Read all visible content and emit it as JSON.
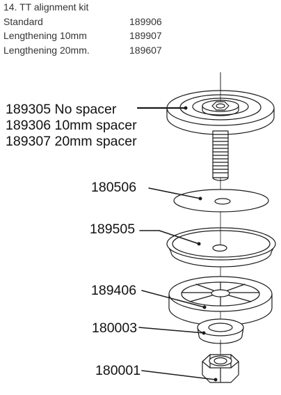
{
  "kit": {
    "title": "14. TT alignment kit",
    "variants": [
      {
        "name": "Standard",
        "part_no": "189906"
      },
      {
        "name": "Lengthening 10mm",
        "part_no": "189907"
      },
      {
        "name": "Lengthening 20mm.",
        "part_no": "189607"
      }
    ]
  },
  "parts": {
    "top_cap_options": [
      "189305 No spacer",
      "189306 10mm spacer",
      "189307 20mm spacer"
    ],
    "washer_plate": "180506",
    "dish": "189505",
    "spoke_wheel": "189406",
    "small_washer": "180003",
    "nut": "180001"
  }
}
